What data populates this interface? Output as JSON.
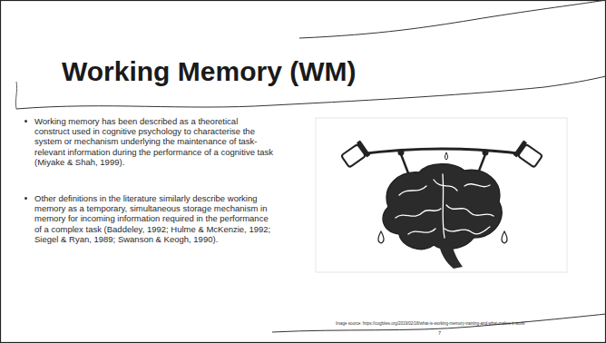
{
  "diagram": {
    "title": "Working Memory (WM)",
    "labels": [
      "Working memory has been described as a theoretical construct used in cognitive psychology to characterise the system or mechanism underlying the maintenance of task-relevant information during the performance of a cognitive task (Miyake & Shah, 1999).",
      "Other definitions in the literature similarly describe working memory as a temporary, simultaneous storage mechanism in memory for incoming information required in the performance of a complex task (Baddeley, 1992; Hulme & McKenzie, 1992; Siegel & Ryan, 1989; Swanson & Keogh, 1990).",
      "Image source: https://cogbites.org/2019/02/18/what-is-working-memory-training-and-what-makes-it-work/",
      "7"
    ]
  }
}
